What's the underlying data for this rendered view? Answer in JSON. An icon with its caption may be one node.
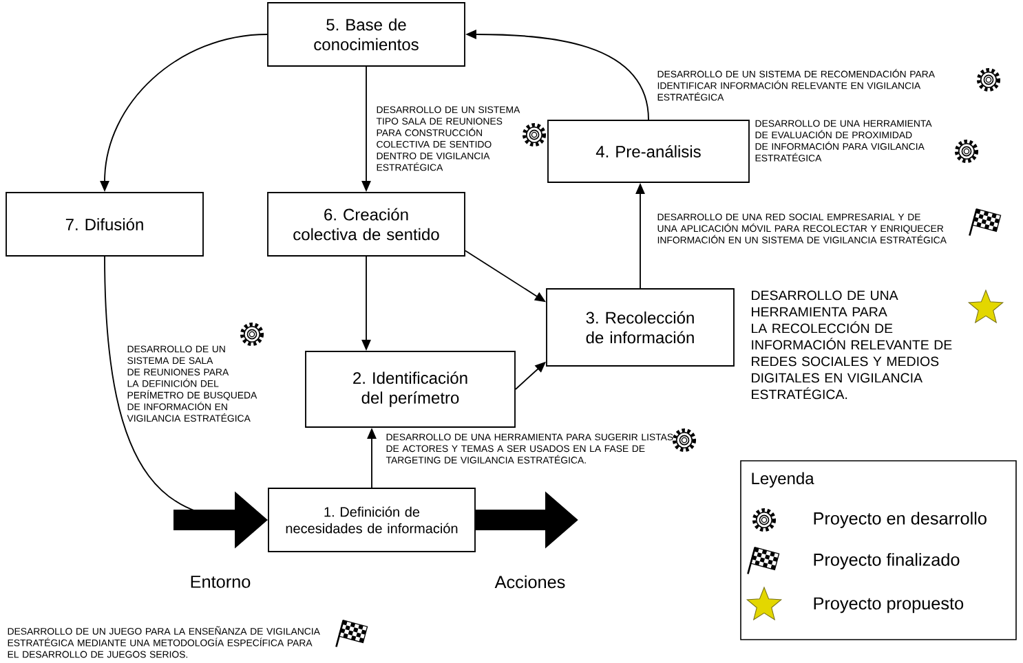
{
  "diagram": {
    "nodes": [
      {
        "text": [
          "1. Definición de necesidades de información"
        ]
      },
      {
        "text": [
          "2. Identificación del perímetro"
        ]
      },
      {
        "text": [
          "3. Recolección de información"
        ]
      },
      {
        "text": [
          "4. Pre-análisis"
        ]
      },
      {
        "text": [
          "5. Base de conocimientos"
        ]
      },
      {
        "text": [
          "6. Creación colectiva de sentido"
        ]
      },
      {
        "text": [
          "7. Difusión"
        ]
      }
    ],
    "edges": [
      {
        "from": 4,
        "to": 5,
        "arrow": "to"
      },
      {
        "from": 4,
        "to": 6,
        "arrow": "to"
      },
      {
        "from": 5,
        "to": 1,
        "arrow": "to"
      },
      {
        "from": 5,
        "to": 2,
        "arrow": "to"
      },
      {
        "from": 1,
        "to": 2,
        "arrow": "to"
      },
      {
        "from": 0,
        "to": 1,
        "arrow": "to"
      },
      {
        "from": 2,
        "to": 3,
        "arrow": "to"
      },
      {
        "from": 3,
        "to": 4,
        "arrow": "to"
      },
      {
        "from": 6,
        "to": 0,
        "arrow": "to"
      },
      {
        "from": null,
        "to": 0,
        "arrow": "to",
        "style": "thick",
        "label": "Entorno"
      },
      {
        "from": 0,
        "to": null,
        "arrow": "to",
        "style": "thick",
        "label": "Acciones"
      }
    ],
    "labels": [
      "DESARROLLO DE UN SISTEMA DE RECOMENDACIÓN PARA IDENTIFICAR INFORMACIÓN RELEVANTE EN VIGILANCIA ESTRATÉGICA",
      "DESARROLLO DE UN SISTEMA TIPO SALA DE REUNIONES PARA CONSTRUCCIÓN COLECTIVA DE SENTIDO DENTRO DE VIGILANCIA ESTRATÉGICA",
      "DESARROLLO DE UNA HERRAMIENTA DE EVALUACIÓN DE PROXIMIDAD DE INFORMACIÓN PARA VIGILANCIA ESTRATÉGICA",
      "DESARROLLO DE UNA RED SOCIAL EMPRESARIAL Y DE UNA APLICACIÓN MÓVIL PARA RECOLECTAR Y ENRIQUECER INFORMACIÓN EN UN SISTEMA DE VIGILANCIA ESTRATÉGICA",
      "DESARROLLO DE UNA HERRAMIENTA PARA LA RECOLECCIÓN DE INFORMACIÓN RELEVANTE DE REDES SOCIALES Y MEDIOS DIGITALES EN VIGILANCIA ESTRATÉGICA.",
      "DESARROLLO DE UN SISTEMA DE SALA DE REUNIONES PARA LA DEFINICIÓN DEL PERÍMETRO DE BUSQUEDA DE INFORMACIÓN EN VIGILANCIA ESTRATÉGICA",
      "DESARROLLO DE UNA HERRAMIENTA PARA SUGERIR LISTAS DE ACTORES Y TEMAS A SER USADOS EN LA FASE DE TARGETING DE VIGILANCIA ESTRATÉGICA.",
      "Leyenda",
      "DESARROLLO DE UN JUEGO PARA LA ENSEÑANZA DE VIGILANCIA ESTRATÉGICA MEDIANTE UNA METODOLOGÍA ESPECÍFICA PARA EL DESARROLLO DE JUEGOS SERIOS."
    ],
    "legend": [
      {
        "text": "Proyecto en desarrollo"
      },
      {
        "text": "Proyecto finalizado"
      },
      {
        "text": "Proyecto propuesto"
      }
    ]
  }
}
